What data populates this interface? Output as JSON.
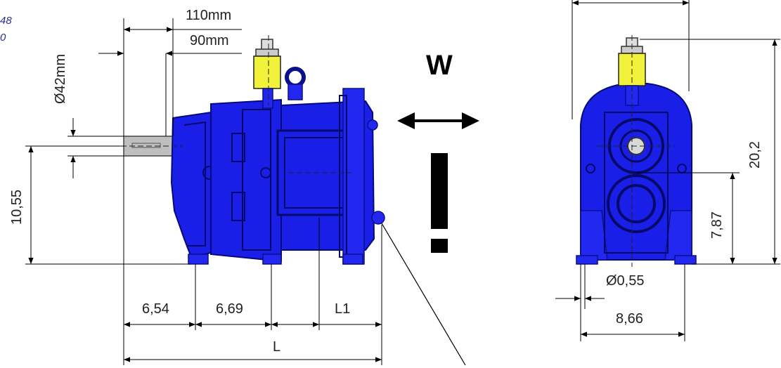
{
  "corner_text": [
    "48",
    "0"
  ],
  "warning_letter": "W",
  "warning_mark": "!",
  "side_view": {
    "dims": {
      "length_110": "110mm",
      "length_90": "90mm",
      "shaft_diameter": "Ø42mm",
      "shaft_height": "10,55",
      "base_a": "6,54",
      "base_b": "6,69",
      "l1": "L1",
      "total_length": "L"
    }
  },
  "front_view": {
    "dims": {
      "height_total": "20,2",
      "height_lower": "7,87",
      "hole_diameter": "Ø0,55",
      "base_width": "8,66"
    }
  },
  "colors": {
    "body": "#1a1fe8",
    "valve": "#f2f23a",
    "lines": "#000000"
  }
}
